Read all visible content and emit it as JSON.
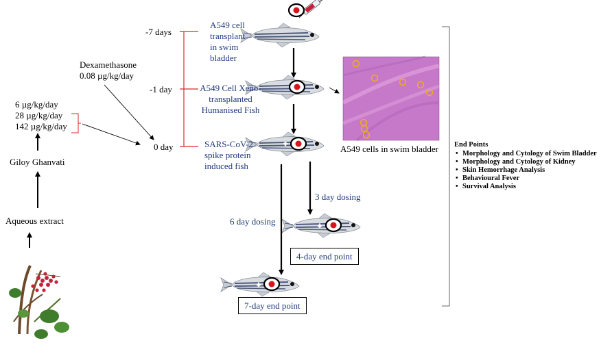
{
  "left_column": {
    "plant_label": "Aqueous extract",
    "product_label": "Giloy Ghanvati",
    "doses": [
      "6 µg/kg/day",
      "28 µg/kg/day",
      "142 µg/kg/day"
    ]
  },
  "dexamethasone": {
    "name": "Dexamethasone",
    "dose": "0.08 µg/kg/day"
  },
  "timeline": {
    "day_minus7": "-7 days",
    "day_minus1": "-1 day",
    "day_0": "0 day"
  },
  "steps": {
    "step1": [
      "A549 cell",
      "transplant",
      "in swim",
      "bladder"
    ],
    "step2": [
      "A549 Cell Xeno-",
      "transplanted",
      "Humanised  Fish"
    ],
    "step3": [
      "SARS-CoV-2",
      "spike protein",
      "induced fish"
    ]
  },
  "dosing": {
    "three_day": "3 day dosing",
    "six_day": "6 day dosing"
  },
  "end_boxes": {
    "four_day": "4-day end point",
    "seven_day": "7-day end point"
  },
  "micrograph": {
    "caption": "A549 cells in swim bladder",
    "background": "#c779c9",
    "circle_color": "#f2b200"
  },
  "end_points": {
    "title": "End Points",
    "items": [
      "Morphology and Cytology of Swim Bladder",
      "Morphology and Cytology of Kidney",
      "Skin Hemorrhage Analysis",
      "Behavioural Fever",
      "Survival Analysis"
    ]
  },
  "colors": {
    "timeline_red": "#d9272e",
    "text_blue": "#1f3a7a",
    "fish_eye_red": "#d8141c"
  }
}
